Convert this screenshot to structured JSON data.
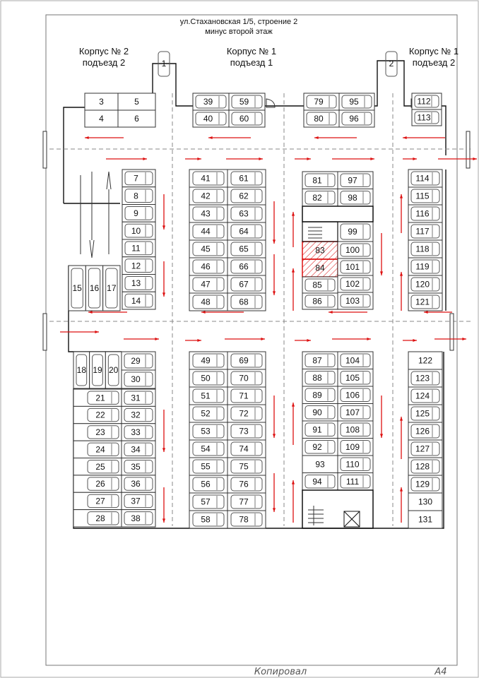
{
  "title": {
    "line1": "ул.Стахановская 1/5, строение 2",
    "line2": "минус второй этаж"
  },
  "entrances": [
    {
      "name": "Корпус № 2",
      "sub": "подъезд 2"
    },
    {
      "name": "Корпус № 1",
      "sub": "подъезд 1"
    },
    {
      "name": "Корпус № 1",
      "sub": "подъезд 2"
    }
  ],
  "ramp_spots": [
    "1",
    "2"
  ],
  "groups": {
    "a_top_left": [
      "3",
      "4"
    ],
    "a_top_right": [
      "5",
      "6"
    ],
    "b_top_left": [
      "39",
      "40"
    ],
    "b_top_right": [
      "59",
      "60"
    ],
    "c_top_left": [
      "79",
      "80"
    ],
    "c_top_right": [
      "95",
      "96"
    ],
    "d_top": [
      "112",
      "113"
    ],
    "a_mid": [
      "7",
      "8",
      "9",
      "10",
      "11",
      "12",
      "13",
      "14"
    ],
    "a_mid_vertical": [
      "15",
      "16",
      "17"
    ],
    "b_mid_left": [
      "41",
      "42",
      "43",
      "44",
      "45",
      "46",
      "47",
      "48"
    ],
    "b_mid_right": [
      "61",
      "62",
      "63",
      "64",
      "65",
      "66",
      "67",
      "68"
    ],
    "c_mid_left_top": [
      "81",
      "82"
    ],
    "c_mid_right_top": [
      "97",
      "98"
    ],
    "c_mid_single": [
      "99"
    ],
    "c_mid_hatched": [
      "83",
      "84"
    ],
    "c_mid_right_low": [
      "100",
      "101",
      "102",
      "103"
    ],
    "c_mid_left_low": [
      "85",
      "86"
    ],
    "d_mid": [
      "114",
      "115",
      "116",
      "117",
      "118",
      "119",
      "120",
      "121"
    ],
    "a_bot_vertical": [
      "18",
      "19",
      "20"
    ],
    "a_bot_small": [
      "29",
      "30"
    ],
    "a_bot_left": [
      "21",
      "22",
      "23",
      "24",
      "25",
      "26",
      "27",
      "28"
    ],
    "a_bot_right": [
      "31",
      "32",
      "33",
      "34",
      "35",
      "36",
      "37",
      "38"
    ],
    "b_bot_left": [
      "49",
      "50",
      "51",
      "52",
      "53",
      "54",
      "55",
      "56",
      "57",
      "58"
    ],
    "b_bot_right": [
      "69",
      "70",
      "71",
      "72",
      "73",
      "74",
      "75",
      "76",
      "77",
      "78"
    ],
    "c_bot_left": [
      "87",
      "88",
      "89",
      "90",
      "91",
      "92",
      "93",
      "94"
    ],
    "c_bot_right": [
      "104",
      "105",
      "106",
      "107",
      "108",
      "109",
      "110",
      "111"
    ],
    "d_bot": [
      "122",
      "123",
      "124",
      "125",
      "126",
      "127",
      "128",
      "129",
      "130",
      "131"
    ]
  },
  "no_car_spots": [
    "3",
    "4",
    "5",
    "6",
    "93",
    "122",
    "130",
    "131",
    "83",
    "84"
  ],
  "footer": {
    "copied": "Копировал",
    "format": "А4"
  },
  "colors": {
    "arrow": "#dd1111",
    "hatch": "#dd1111",
    "line": "#333333"
  }
}
